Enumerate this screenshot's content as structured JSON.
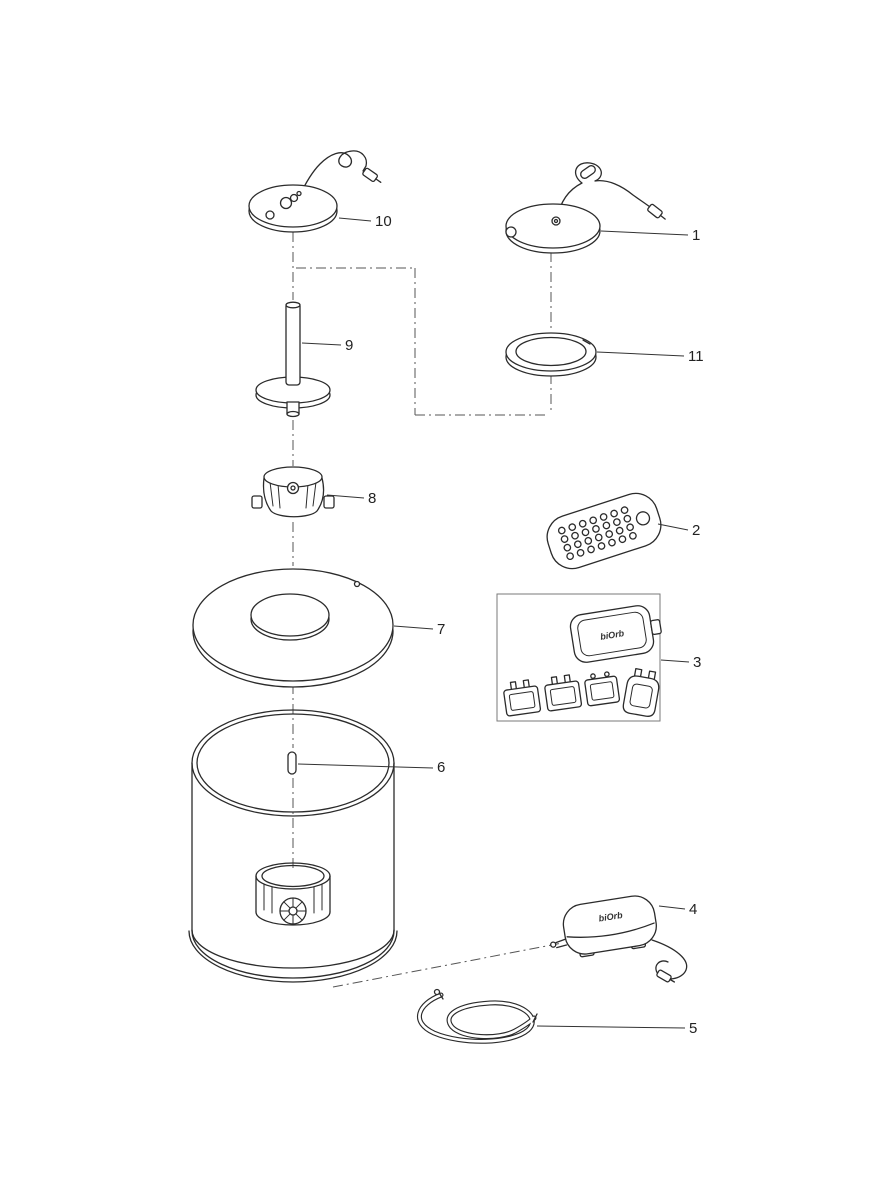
{
  "page": {
    "background": "#ffffff",
    "line_color": "#2b2b2b"
  },
  "diagram": {
    "type": "exploded-parts-diagram",
    "brand": {
      "adapter": "biOrb",
      "pump": "biOrb"
    },
    "labels": {
      "p1": "1",
      "p2": "2",
      "p3": "3",
      "p4": "4",
      "p5": "5",
      "p6": "6",
      "p7": "7",
      "p8": "8",
      "p9": "9",
      "p10": "10",
      "p11": "11"
    },
    "parts": [
      {
        "number": "1",
        "depicts": "round lid with power cable and plug"
      },
      {
        "number": "2",
        "depicts": "remote control with round buttons"
      },
      {
        "number": "3",
        "depicts": "power supply with interchangeable plug adapters"
      },
      {
        "number": "4",
        "depicts": "air pump with power cable"
      },
      {
        "number": "5",
        "depicts": "coiled air tube"
      },
      {
        "number": "6",
        "depicts": "small locating peg"
      },
      {
        "number": "7",
        "depicts": "large top cover disc with centre hole"
      },
      {
        "number": "8",
        "depicts": "impeller cap with side tabs"
      },
      {
        "number": "9",
        "depicts": "bubble tube on base disc"
      },
      {
        "number": "10",
        "depicts": "round lid with bubbles logo and power cable"
      },
      {
        "number": "11",
        "depicts": "trim ring"
      }
    ]
  }
}
